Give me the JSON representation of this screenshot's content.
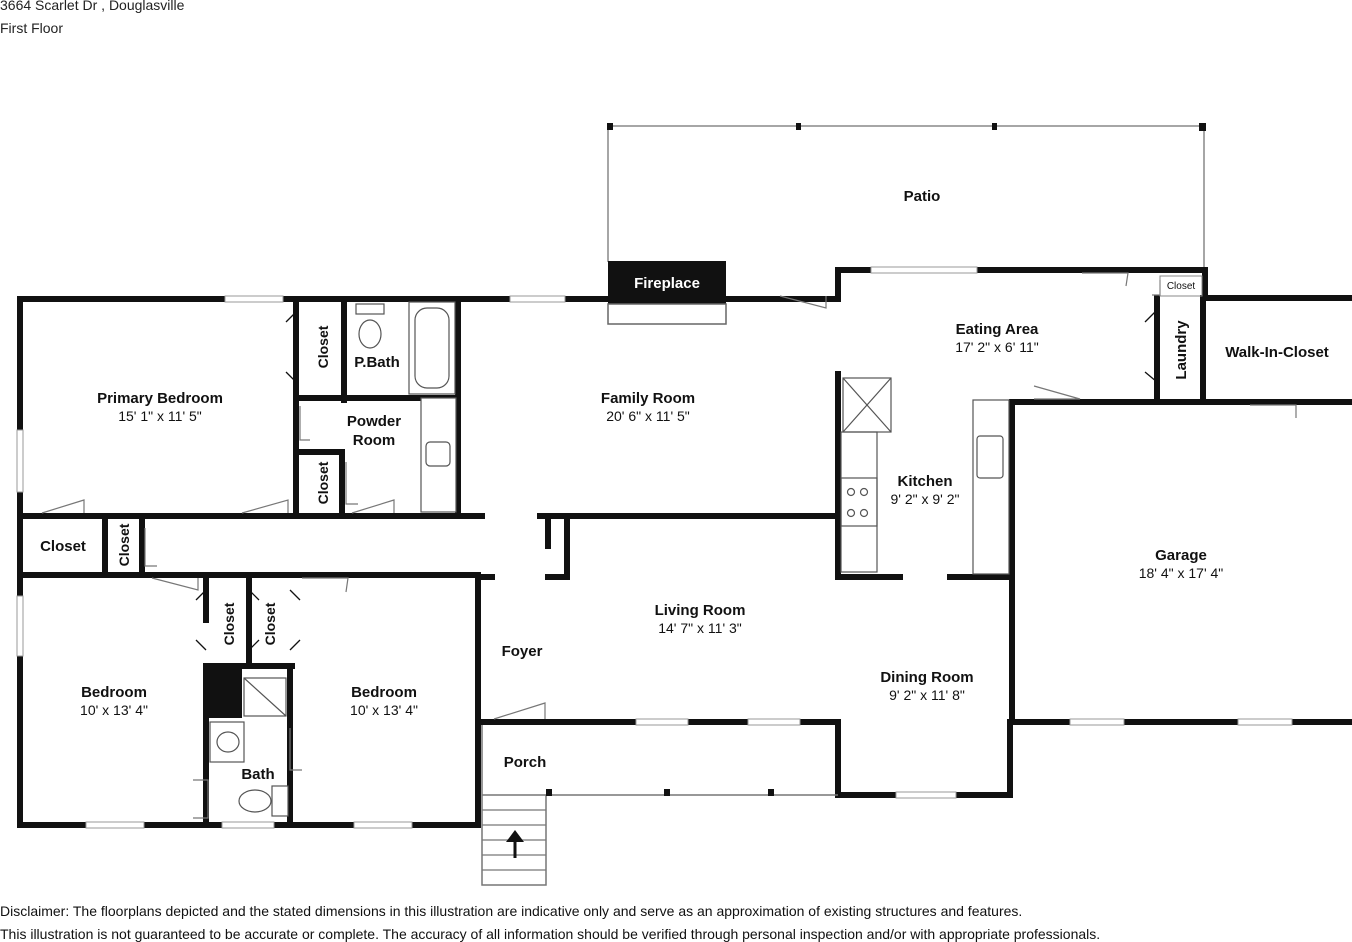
{
  "header": {
    "address": "3664 Scarlet Dr , Douglasville",
    "floor": "First Floor"
  },
  "rooms": {
    "patio": {
      "name": "Patio"
    },
    "fireplace": {
      "name": "Fireplace"
    },
    "closet_small": {
      "name": "Closet"
    },
    "eating_area": {
      "name": "Eating Area",
      "dims": "17' 2\" x 6' 11\""
    },
    "laundry": {
      "name": "Laundry"
    },
    "walk_in_closet": {
      "name": "Walk-In-Closet"
    },
    "primary_bedroom": {
      "name": "Primary Bedroom",
      "dims": "15' 1\" x 11' 5\""
    },
    "primary_closet": {
      "name": "Closet"
    },
    "pbath": {
      "name": "P.Bath"
    },
    "powder_room": {
      "name": "Powder Room",
      "line1": "Powder",
      "line2": "Room"
    },
    "powder_closet": {
      "name": "Closet"
    },
    "family_room": {
      "name": "Family Room",
      "dims": "20' 6\" x 11' 5\""
    },
    "kitchen": {
      "name": "Kitchen",
      "dims": "9' 2\" x 9' 2\""
    },
    "hall_closet": {
      "name": "Closet"
    },
    "hall_closet2": {
      "name": "Closet"
    },
    "garage": {
      "name": "Garage",
      "dims": "18' 4\" x 17' 4\""
    },
    "living_room": {
      "name": "Living Room",
      "dims": "14' 7\" x 11' 3\""
    },
    "foyer": {
      "name": "Foyer"
    },
    "dining_room": {
      "name": "Dining Room",
      "dims": "9' 2\" x 11' 8\""
    },
    "bedroom_left": {
      "name": "Bedroom",
      "dims": "10' x 13' 4\""
    },
    "bedroom_right": {
      "name": "Bedroom",
      "dims": "10' x 13' 4\""
    },
    "bed_closet_left": {
      "name": "Closet"
    },
    "bed_closet_right": {
      "name": "Closet"
    },
    "bath": {
      "name": "Bath"
    },
    "porch": {
      "name": "Porch"
    }
  },
  "disclaimer": {
    "line1": "Disclaimer: The floorplans depicted and the stated dimensions in this illustration are indicative only and serve as an approximation of existing structures and features.",
    "line2": "This illustration is not guaranteed to be accurate or complete. The accuracy of all information should be verified through personal inspection and/or with appropriate professionals."
  }
}
